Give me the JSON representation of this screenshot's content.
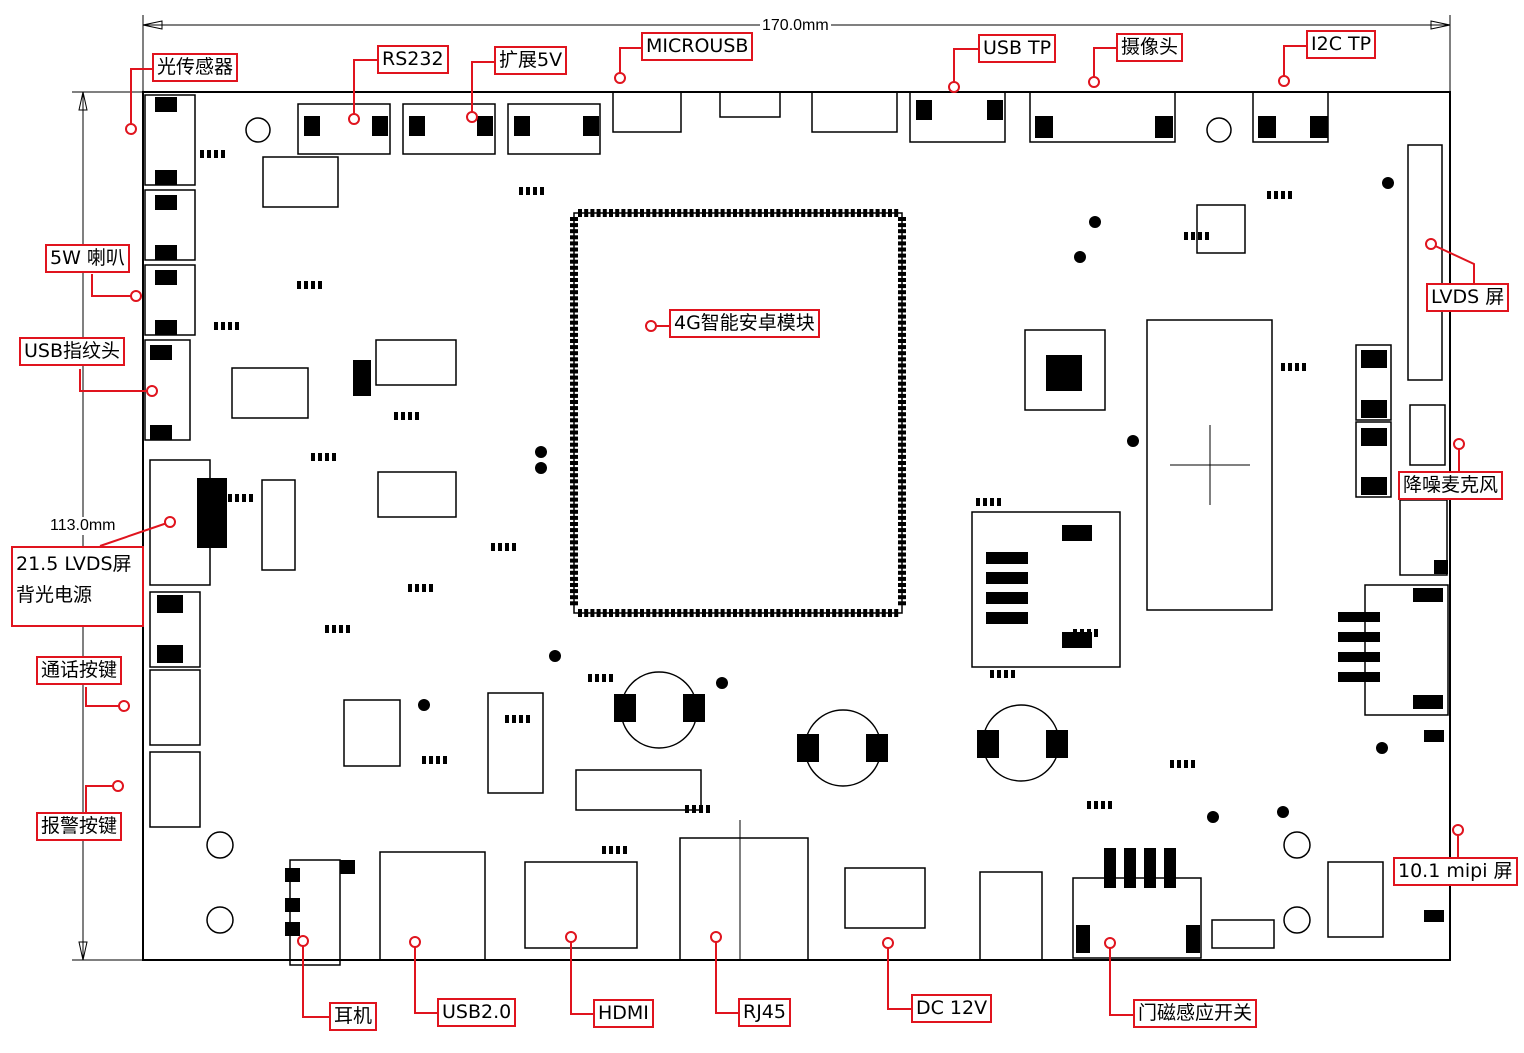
{
  "dimensions": {
    "width": "170.0mm",
    "height": "113.0mm"
  },
  "labels": {
    "light_sensor": "光传感器",
    "rs232": "RS232",
    "ext5v": "扩展5V",
    "microusb": "MICROUSB",
    "usb_tp": "USB TP",
    "camera": "摄像头",
    "i2c_tp": "I2C TP",
    "speaker": "5W 喇叭",
    "fingerprint": "USB指纹头",
    "module": "4G智能安卓模块",
    "lvds": "LVDS 屏",
    "mic": "降噪麦克风",
    "backlight_1": "21.5 LVDS屏",
    "backlight_2": "背光电源",
    "call_key": "通话按键",
    "alarm_key": "报警按键",
    "mipi": "10.1 mipi 屏",
    "earphone": "耳机",
    "usb2": "USB2.0",
    "hdmi": "HDMI",
    "rj45": "RJ45",
    "dc12v": "DC 12V",
    "door_switch": "门磁感应开关"
  },
  "colors": {
    "callout": "#e0141e",
    "board": "#000000"
  }
}
